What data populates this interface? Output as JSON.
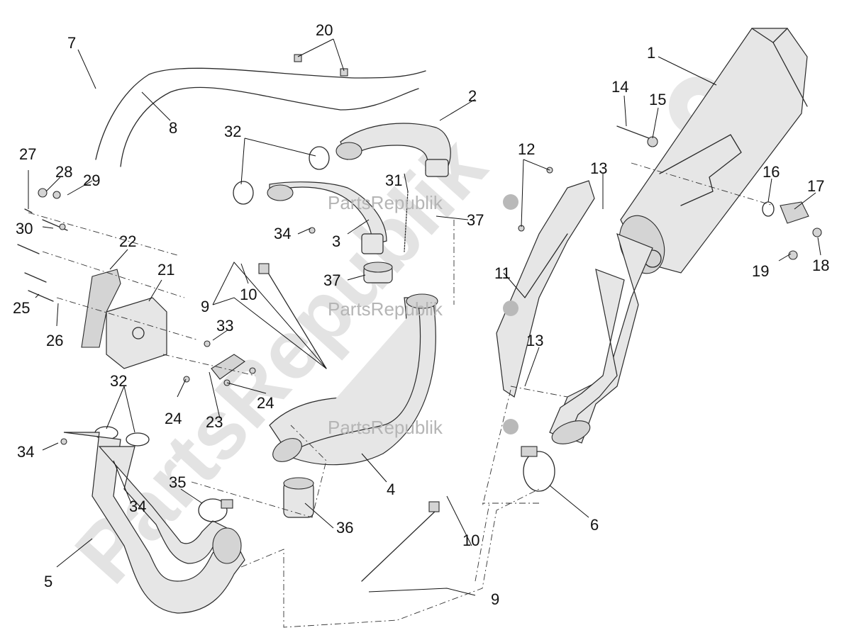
{
  "watermark": {
    "brand": "PartsRepublik",
    "diagonal": "PartsRepublik"
  },
  "callouts": [
    "1",
    "2",
    "3",
    "4",
    "5",
    "6",
    "7",
    "8",
    "9",
    "9",
    "10",
    "10",
    "11",
    "12",
    "13",
    "13",
    "14",
    "15",
    "16",
    "17",
    "18",
    "19",
    "20",
    "21",
    "22",
    "23",
    "24",
    "24",
    "25",
    "26",
    "27",
    "28",
    "29",
    "30",
    "31",
    "32",
    "32",
    "33",
    "34",
    "34",
    "34",
    "35",
    "36",
    "37",
    "37"
  ]
}
